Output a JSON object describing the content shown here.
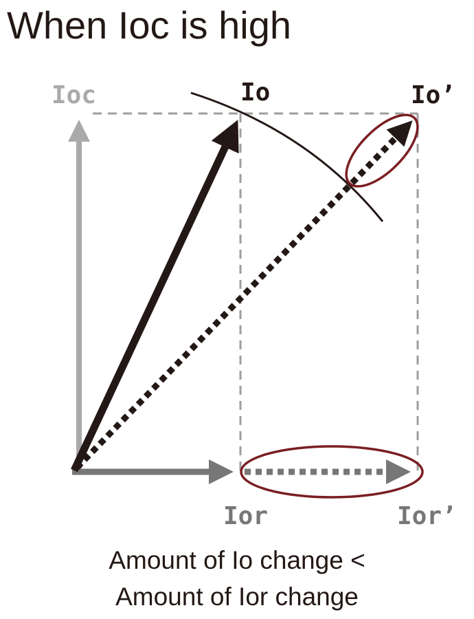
{
  "title": "When Ioc is high",
  "labels": {
    "ioc": "Ioc",
    "io": "Io",
    "io_prime": "Io’",
    "ior": "Ior",
    "ior_prime": "Ior’"
  },
  "caption": {
    "line1": "Amount of Io change <",
    "line2": "Amount of Ior change"
  },
  "colors": {
    "dark": "#231815",
    "ioc_gray": "#aaaaaa",
    "ior_gray": "#777777",
    "guide_gray": "#9e9e9e",
    "highlight": "#7a1e22"
  }
}
